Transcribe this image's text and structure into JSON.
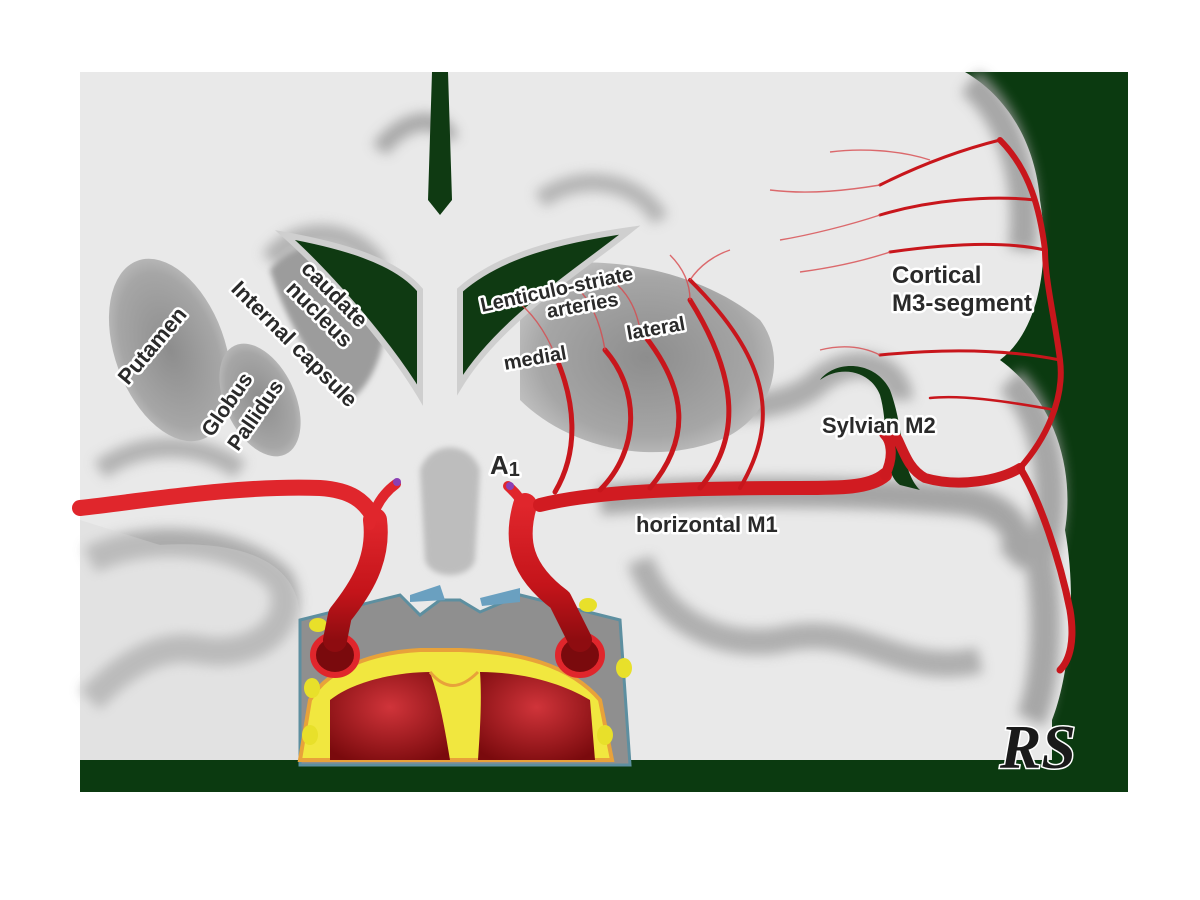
{
  "figure": {
    "labels": {
      "caudate": "caudate",
      "nucleus": "nucleus",
      "internal_capsule": "Internal capsule",
      "putamen": "Putamen",
      "globus": "Globus",
      "pallidus": "Pallidus",
      "lenticulo_striate": "Lenticulo-striate",
      "arteries": "arteries",
      "medial": "medial",
      "lateral": "lateral",
      "cortical": "Cortical",
      "m3_segment": "M3-segment",
      "sylvian_m2": "Sylvian M2",
      "a1_letter": "A",
      "a1_sub": "1",
      "horizontal_m1": "horizontal M1"
    },
    "signature": "RS",
    "colors": {
      "background": "#0b3a10",
      "brain_white": "#e9e9e9",
      "gray_matter": "#a9a9a9",
      "artery": "#c8161c",
      "artery_dark": "#8e0c10",
      "bone_yellow": "#f2e23a",
      "label_bg": "#fdfbe8"
    }
  }
}
